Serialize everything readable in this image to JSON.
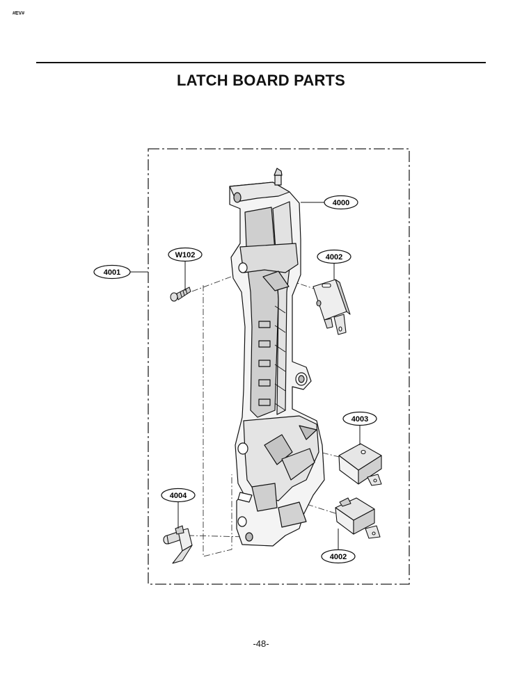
{
  "header": {
    "corner_tag": "#EV#"
  },
  "title": "LATCH BOARD PARTS",
  "callouts": {
    "latch_board": "4000",
    "assembly": "4001",
    "switch_top": "4002",
    "switch_middle": "4003",
    "lever": "4004",
    "switch_bottom": "4002",
    "screw": "W102"
  },
  "footer": {
    "page_number": "-48-"
  }
}
